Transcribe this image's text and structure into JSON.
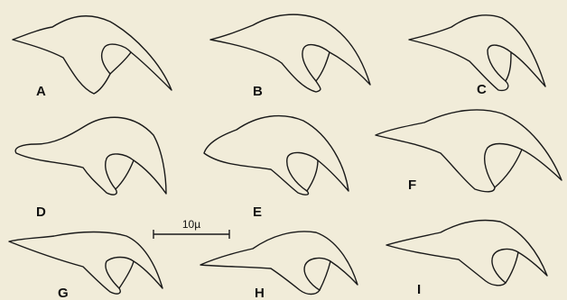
{
  "figure": {
    "background": "#f1ecd9",
    "ink": "#1a1a1a",
    "panels": [
      {
        "label": "A"
      },
      {
        "label": "B"
      },
      {
        "label": "C"
      },
      {
        "label": "D"
      },
      {
        "label": "E"
      },
      {
        "label": "F"
      },
      {
        "label": "G"
      },
      {
        "label": "H"
      },
      {
        "label": "I"
      }
    ],
    "scale_bar": {
      "text": "10µ"
    }
  }
}
